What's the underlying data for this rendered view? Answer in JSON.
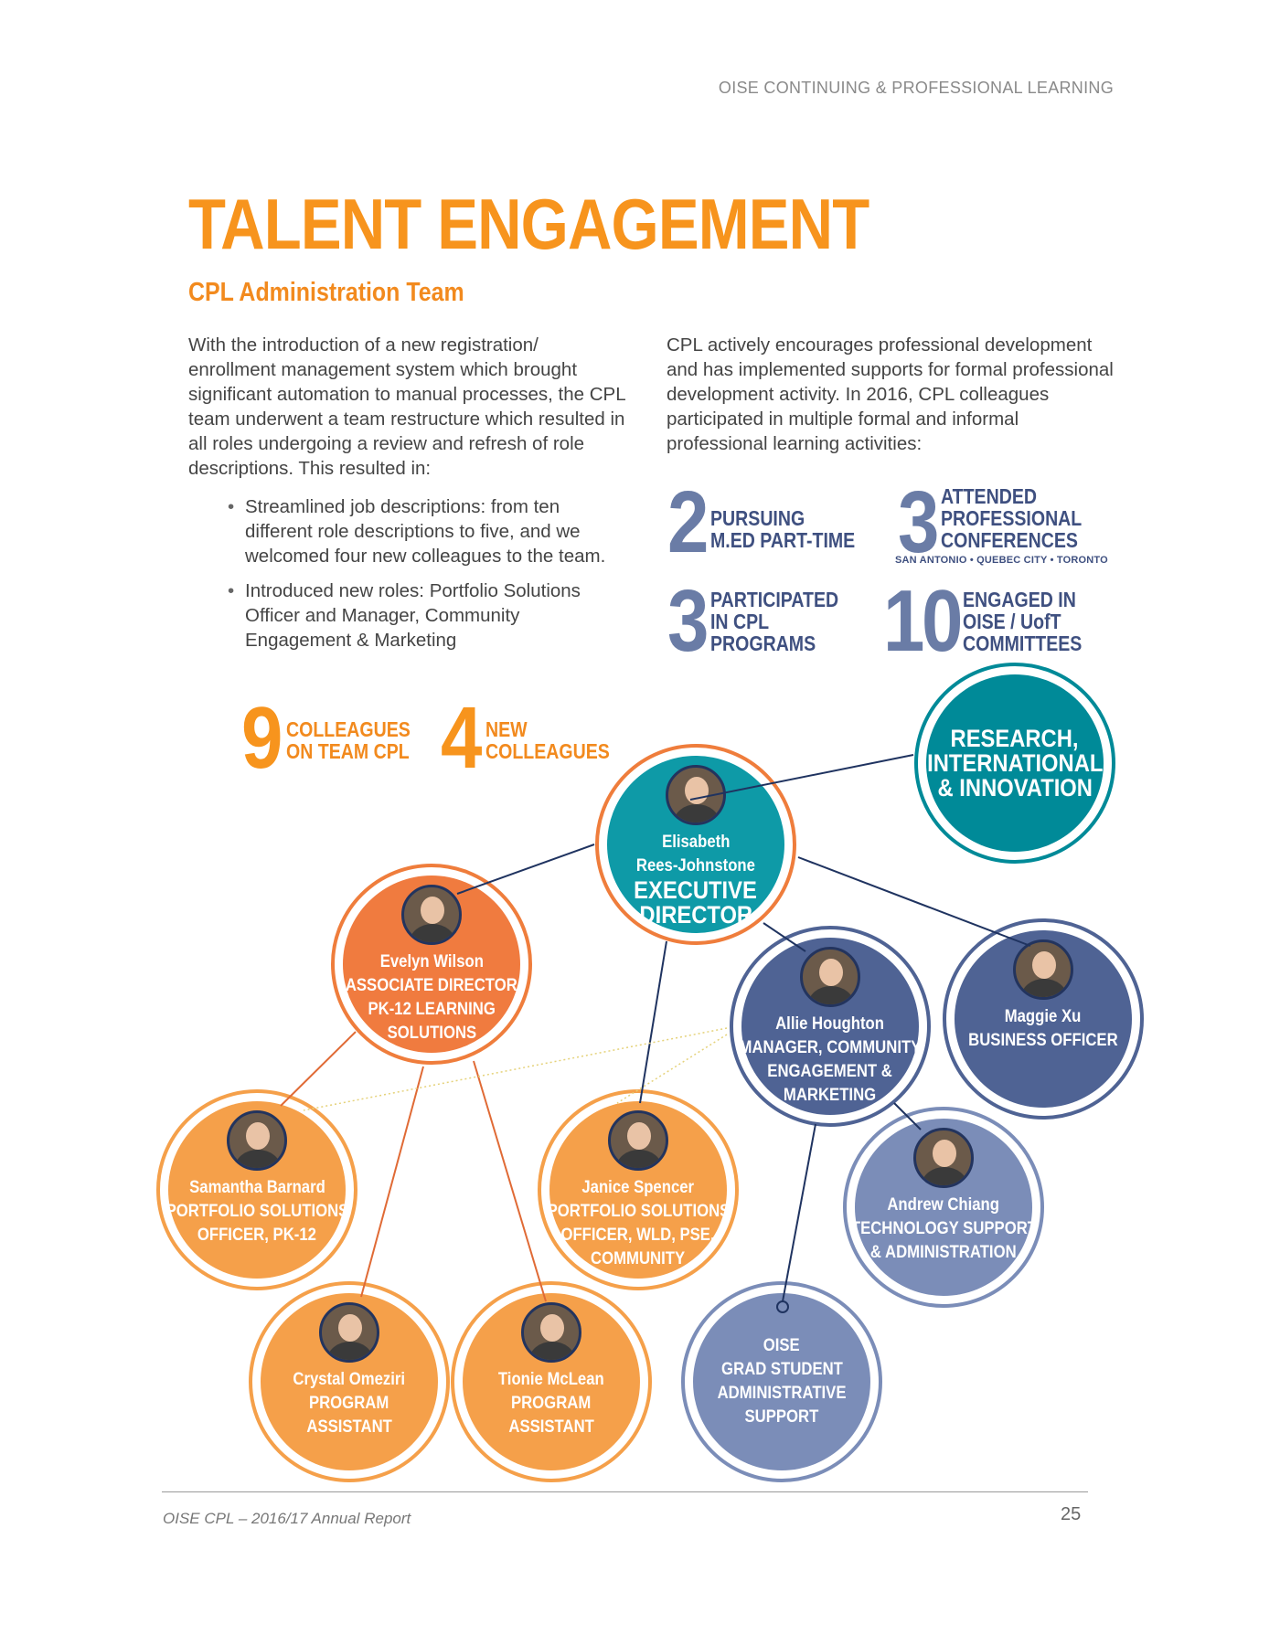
{
  "header": {
    "running_title": "OISE CONTINUING & PROFESSIONAL LEARNING"
  },
  "page": {
    "title": "TALENT ENGAGEMENT",
    "subtitle": "CPL Administration Team",
    "left_paragraph": "With the introduction of a new registration/ enrollment management system which brought significant automation to manual processes, the CPL team underwent a team restructure which resulted in all roles undergoing a review and refresh of role descriptions. This resulted in:",
    "bullets": [
      "Streamlined job descriptions: from ten different role descriptions to five, and we welcomed four new colleagues to the team.",
      "Introduced new roles: Portfolio Solutions Officer and Manager, Community Engagement & Marketing"
    ],
    "right_paragraph": "CPL actively encourages professional development and has implemented supports for formal professional development activity. In 2016, CPL colleagues participated in multiple formal and informal professional learning activities:"
  },
  "stats_blue": [
    {
      "num": "2",
      "lines": [
        "PURSUING",
        "M.ED PART-TIME"
      ]
    },
    {
      "num": "3",
      "lines": [
        "ATTENDED",
        "PROFESSIONAL",
        "CONFERENCES"
      ],
      "note": "SAN ANTONIO • QUEBEC CITY • TORONTO"
    },
    {
      "num": "3",
      "lines": [
        "PARTICIPATED",
        "IN CPL",
        "PROGRAMS"
      ]
    },
    {
      "num": "10",
      "lines": [
        "ENGAGED IN",
        "OISE / UofT",
        "COMMITTEES"
      ]
    }
  ],
  "stats_orange": [
    {
      "num": "9",
      "lines": [
        "COLLEAGUES",
        "ON TEAM CPL"
      ]
    },
    {
      "num": "4",
      "lines": [
        "NEW",
        "COLLEAGUES"
      ]
    }
  ],
  "colors": {
    "accent_orange": "#f7941d",
    "teal": "#0e9aa7",
    "dark_teal": "#008a98",
    "navy": "#4f6394",
    "light_navy": "#7b8db8",
    "orange_node": "#f5a04a",
    "red_orange_node": "#f07b3f",
    "line_navy": "#1f3360"
  },
  "org_chart": {
    "nodes": [
      {
        "id": "research",
        "photo": false,
        "lines": [
          "RESEARCH,",
          "INTERNATIONAL",
          "& INNOVATION"
        ],
        "big": true
      },
      {
        "id": "exec",
        "photo": true,
        "lines": [
          "Elisabeth",
          "Rees-Johnstone"
        ],
        "title_lines": [
          "EXECUTIVE",
          "DIRECTOR"
        ]
      },
      {
        "id": "evelyn",
        "photo": true,
        "lines": [
          "Evelyn Wilson",
          "ASSOCIATE DIRECTOR",
          "PK-12 LEARNING",
          "SOLUTIONS"
        ]
      },
      {
        "id": "allie",
        "photo": true,
        "lines": [
          "Allie Houghton",
          "MANAGER, COMMUNITY",
          "ENGAGEMENT &",
          "MARKETING"
        ]
      },
      {
        "id": "maggie",
        "photo": true,
        "lines": [
          "Maggie Xu",
          "BUSINESS OFFICER"
        ]
      },
      {
        "id": "samantha",
        "photo": true,
        "lines": [
          "Samantha Barnard",
          "PORTFOLIO SOLUTIONS",
          "OFFICER, PK-12"
        ]
      },
      {
        "id": "janice",
        "photo": true,
        "lines": [
          "Janice Spencer",
          "PORTFOLIO SOLUTIONS",
          "OFFICER, WLD, PSE,",
          "COMMUNITY"
        ]
      },
      {
        "id": "andrew",
        "photo": true,
        "lines": [
          "Andrew Chiang",
          "TECHNOLOGY SUPPORT",
          "& ADMINISTRATION"
        ]
      },
      {
        "id": "crystal",
        "photo": true,
        "lines": [
          "Crystal Omeziri",
          "PROGRAM",
          "ASSISTANT"
        ]
      },
      {
        "id": "tionie",
        "photo": true,
        "lines": [
          "Tionie McLean",
          "PROGRAM",
          "ASSISTANT"
        ]
      },
      {
        "id": "grad",
        "photo": false,
        "lines": [
          "OISE",
          "GRAD STUDENT",
          "ADMINISTRATIVE",
          "SUPPORT"
        ]
      }
    ]
  },
  "footer": {
    "report": "OISE CPL – 2016/17 Annual Report",
    "page_number": "25"
  }
}
